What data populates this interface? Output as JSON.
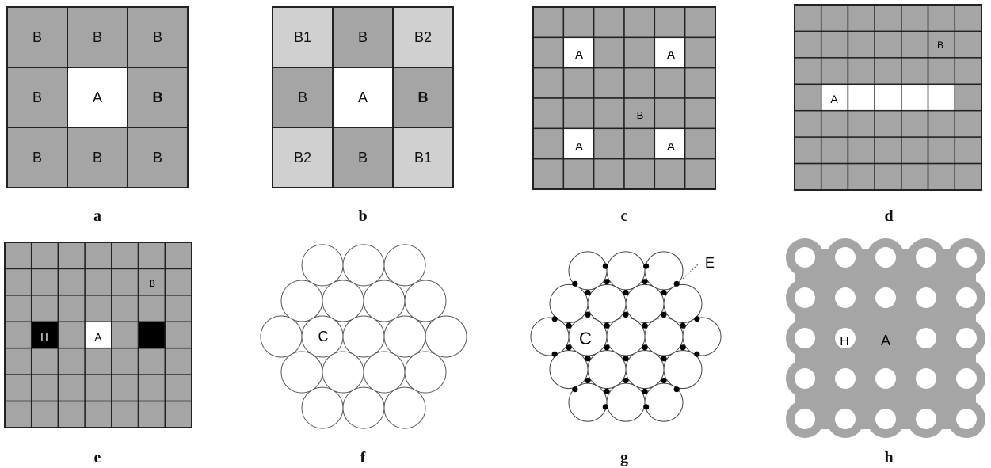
{
  "panels": {
    "a": {
      "caption": "a",
      "cells": [
        "B",
        "B",
        "B",
        "B",
        "A",
        "B",
        "B",
        "B",
        "B"
      ]
    },
    "b": {
      "caption": "b",
      "cells": [
        "B1",
        "B",
        "B2",
        "B",
        "A",
        "B",
        "B2",
        "B",
        "B1"
      ]
    },
    "c": {
      "caption": "c",
      "labels": {
        "a": "A",
        "b": "B"
      }
    },
    "d": {
      "caption": "d",
      "labels": {
        "a": "A",
        "b": "B"
      }
    },
    "e": {
      "caption": "e",
      "labels": {
        "h": "H",
        "a": "A",
        "b": "B"
      }
    },
    "f": {
      "caption": "f",
      "labels": {
        "c": "C"
      }
    },
    "g": {
      "caption": "g",
      "labels": {
        "c": "C",
        "e": "E"
      }
    },
    "h": {
      "caption": "h",
      "labels": {
        "h": "H",
        "a": "A"
      }
    }
  },
  "colors": {
    "gray": "#a5a5a5",
    "light_gray": "#d0d0d0",
    "white": "#ffffff",
    "black": "#000000",
    "line": "#222222"
  }
}
